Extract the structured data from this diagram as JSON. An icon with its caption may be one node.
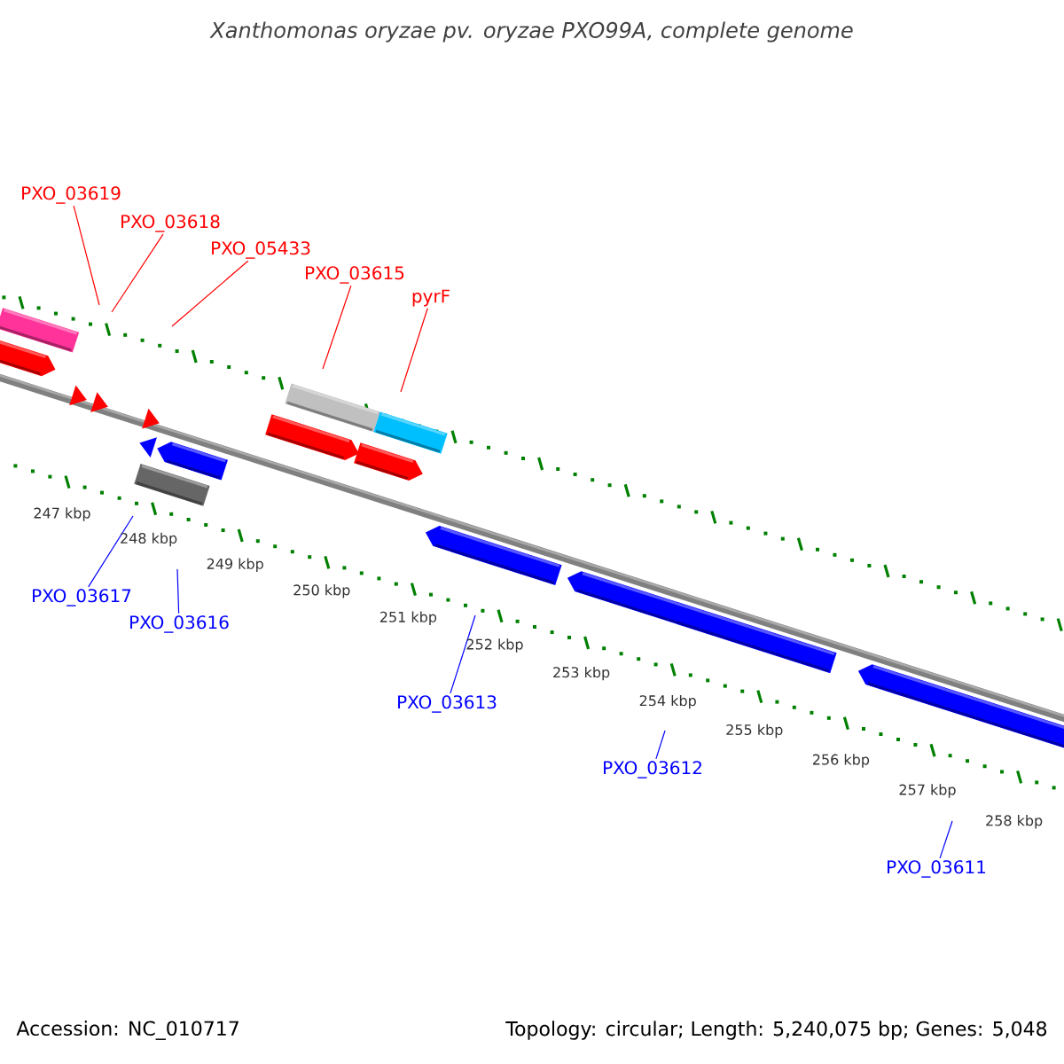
{
  "diagram": {
    "title": "Xanthomonas oryzae pv. oryzae PXO99A, complete genome",
    "nodes": [
      {
        "text": [
          "PXO_03619"
        ]
      },
      {
        "text": [
          "PXO_03618"
        ]
      },
      {
        "text": [
          "PXO_05433"
        ]
      },
      {
        "text": [
          "PXO_03615"
        ]
      },
      {
        "text": [
          "pyrF"
        ]
      },
      {
        "text": [
          "PXO_03617"
        ]
      },
      {
        "text": [
          "PXO_03616"
        ]
      },
      {
        "text": [
          "PXO_03613"
        ]
      },
      {
        "text": [
          "PXO_03612"
        ]
      },
      {
        "text": [
          "PXO_03611"
        ]
      }
    ],
    "edges": [
      {
        "from": 0,
        "to": null,
        "arrow": "none",
        "color": "#ff0000"
      },
      {
        "from": 1,
        "to": null,
        "arrow": "none",
        "color": "#ff0000"
      },
      {
        "from": 2,
        "to": null,
        "arrow": "none",
        "color": "#ff0000"
      },
      {
        "from": 3,
        "to": null,
        "arrow": "none",
        "color": "#ff0000"
      },
      {
        "from": 4,
        "to": null,
        "arrow": "none",
        "color": "#ff0000"
      },
      {
        "from": 5,
        "to": null,
        "arrow": "none",
        "color": "#0000ff"
      },
      {
        "from": 6,
        "to": null,
        "arrow": "none",
        "color": "#0000ff"
      },
      {
        "from": 7,
        "to": null,
        "arrow": "none",
        "color": "#0000ff"
      },
      {
        "from": 8,
        "to": null,
        "arrow": "none",
        "color": "#0000ff"
      },
      {
        "from": 9,
        "to": null,
        "arrow": "none",
        "color": "#0000ff"
      }
    ],
    "labels": [
      "247 kbp",
      "248 kbp",
      "249 kbp",
      "250 kbp",
      "251 kbp",
      "252 kbp",
      "253 kbp",
      "254 kbp",
      "255 kbp",
      "256 kbp",
      "257 kbp",
      "258 kbp",
      "Accession: NC_010717",
      "Topology: circular; Length: 5,240,075 bp; Genes: 5,048"
    ]
  }
}
